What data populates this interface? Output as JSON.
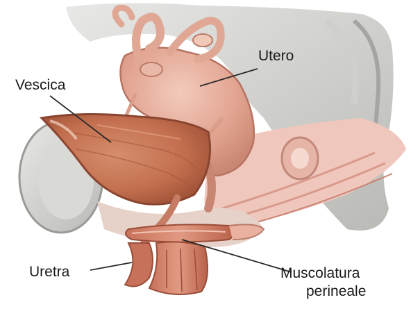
{
  "labels": {
    "utero": "Utero",
    "vescica": "Vescica",
    "uretra": "Uretra",
    "muscolatura_line1": "Muscolatura",
    "muscolatura_line2": "perineale"
  }
}
